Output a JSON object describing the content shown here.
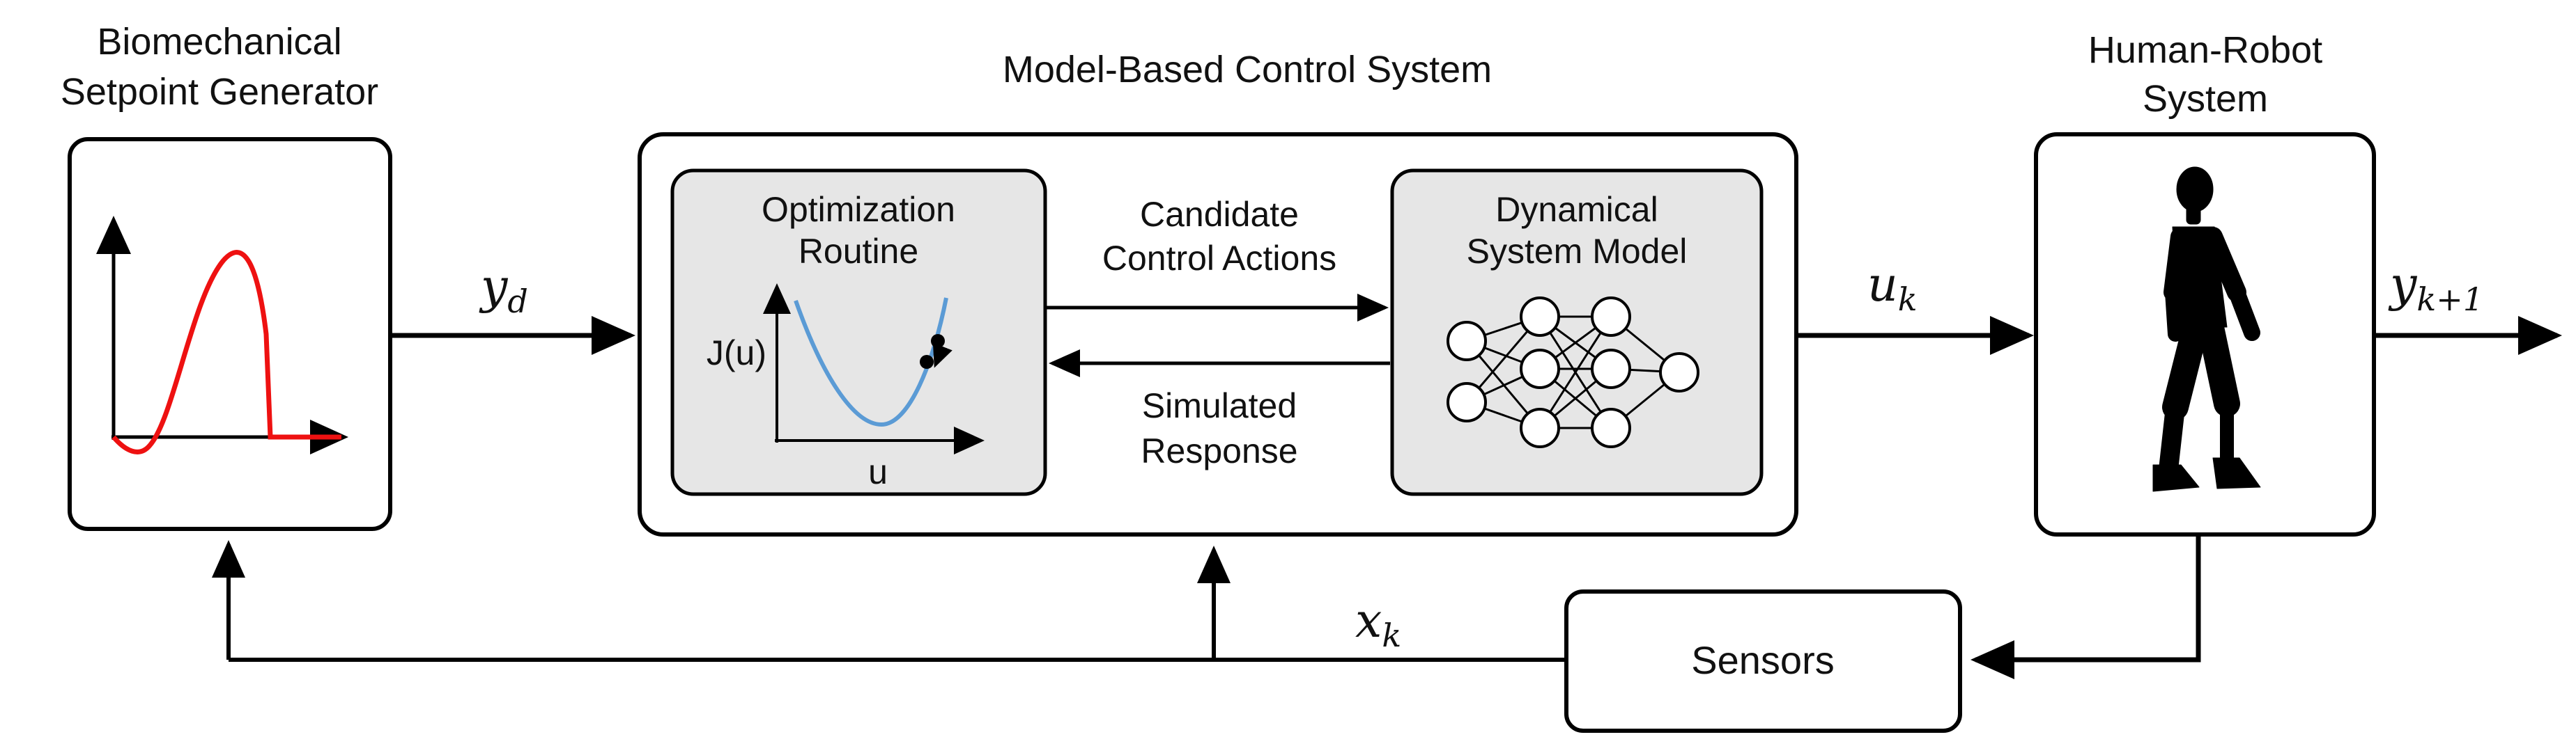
{
  "blocks": {
    "setpoint_generator": {
      "title_line1": "Biomechanical",
      "title_line2": "Setpoint Generator"
    },
    "control_system": {
      "title": "Model-Based Control System"
    },
    "optimization": {
      "title_line1": "Optimization",
      "title_line2": "Routine",
      "y_axis": "J(u)",
      "x_axis": "u"
    },
    "dynamical_model": {
      "title_line1": "Dynamical",
      "title_line2": "System Model"
    },
    "human_robot": {
      "title_line1": "Human-Robot",
      "title_line2": "System"
    },
    "sensors": {
      "label": "Sensors"
    }
  },
  "arrows": {
    "candidate_line1": "Candidate",
    "candidate_line2": "Control Actions",
    "simulated_line1": "Simulated",
    "simulated_line2": "Response"
  },
  "signals": {
    "y_d": {
      "base": "y",
      "sub": "d"
    },
    "u_k": {
      "base": "u",
      "sub": "k"
    },
    "y_k1": {
      "base": "y",
      "sub": "k+1"
    },
    "x_k": {
      "base": "x",
      "sub": "k"
    }
  },
  "colors": {
    "setpoint_curve": "#ee1111",
    "cost_curve": "#5b9bd5",
    "inner_box_fill": "#e6e6e6",
    "stroke": "#000000"
  }
}
